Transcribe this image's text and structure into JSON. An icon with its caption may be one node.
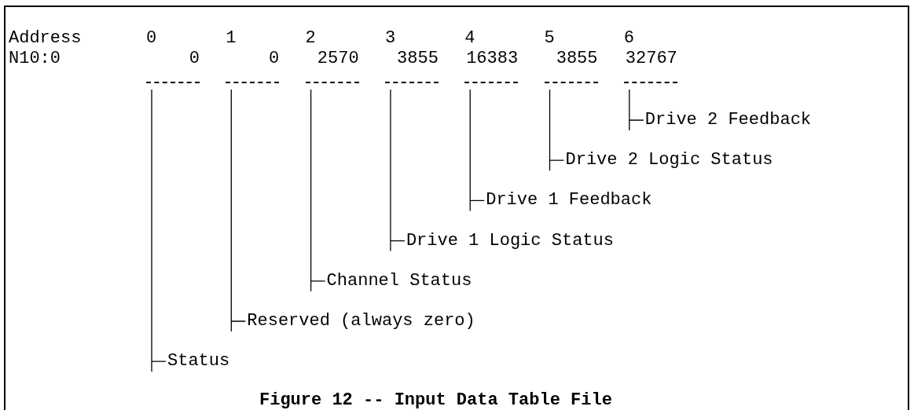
{
  "diagram": {
    "caption": "Figure 12 -- Input Data Table File",
    "nodes": [
      {
        "text": [
          "0"
        ]
      },
      {
        "text": [
          "0"
        ]
      },
      {
        "text": [
          "2570"
        ]
      },
      {
        "text": [
          "3855"
        ]
      },
      {
        "text": [
          "16383"
        ]
      },
      {
        "text": [
          "3855"
        ]
      },
      {
        "text": [
          "32767"
        ]
      },
      {
        "text": [
          "Drive 2 Feedback"
        ]
      },
      {
        "text": [
          "Drive 2 Logic Status"
        ]
      },
      {
        "text": [
          "Drive 1 Feedback"
        ]
      },
      {
        "text": [
          "Drive 1 Logic Status"
        ]
      },
      {
        "text": [
          "Channel Status"
        ]
      },
      {
        "text": [
          "Reserved (always zero)"
        ]
      },
      {
        "text": [
          "Status"
        ]
      }
    ],
    "edges": [
      {
        "from": 7,
        "to": 6,
        "arrow": "none"
      },
      {
        "from": 8,
        "to": 5,
        "arrow": "none"
      },
      {
        "from": 9,
        "to": 4,
        "arrow": "none"
      },
      {
        "from": 10,
        "to": 3,
        "arrow": "none"
      },
      {
        "from": 11,
        "to": 2,
        "arrow": "none"
      },
      {
        "from": 12,
        "to": 1,
        "arrow": "none"
      },
      {
        "from": 13,
        "to": 0,
        "arrow": "none"
      }
    ],
    "labels": [
      "Address",
      "0",
      "1",
      "2",
      "3",
      "4",
      "5",
      "6",
      "N10:0"
    ]
  }
}
